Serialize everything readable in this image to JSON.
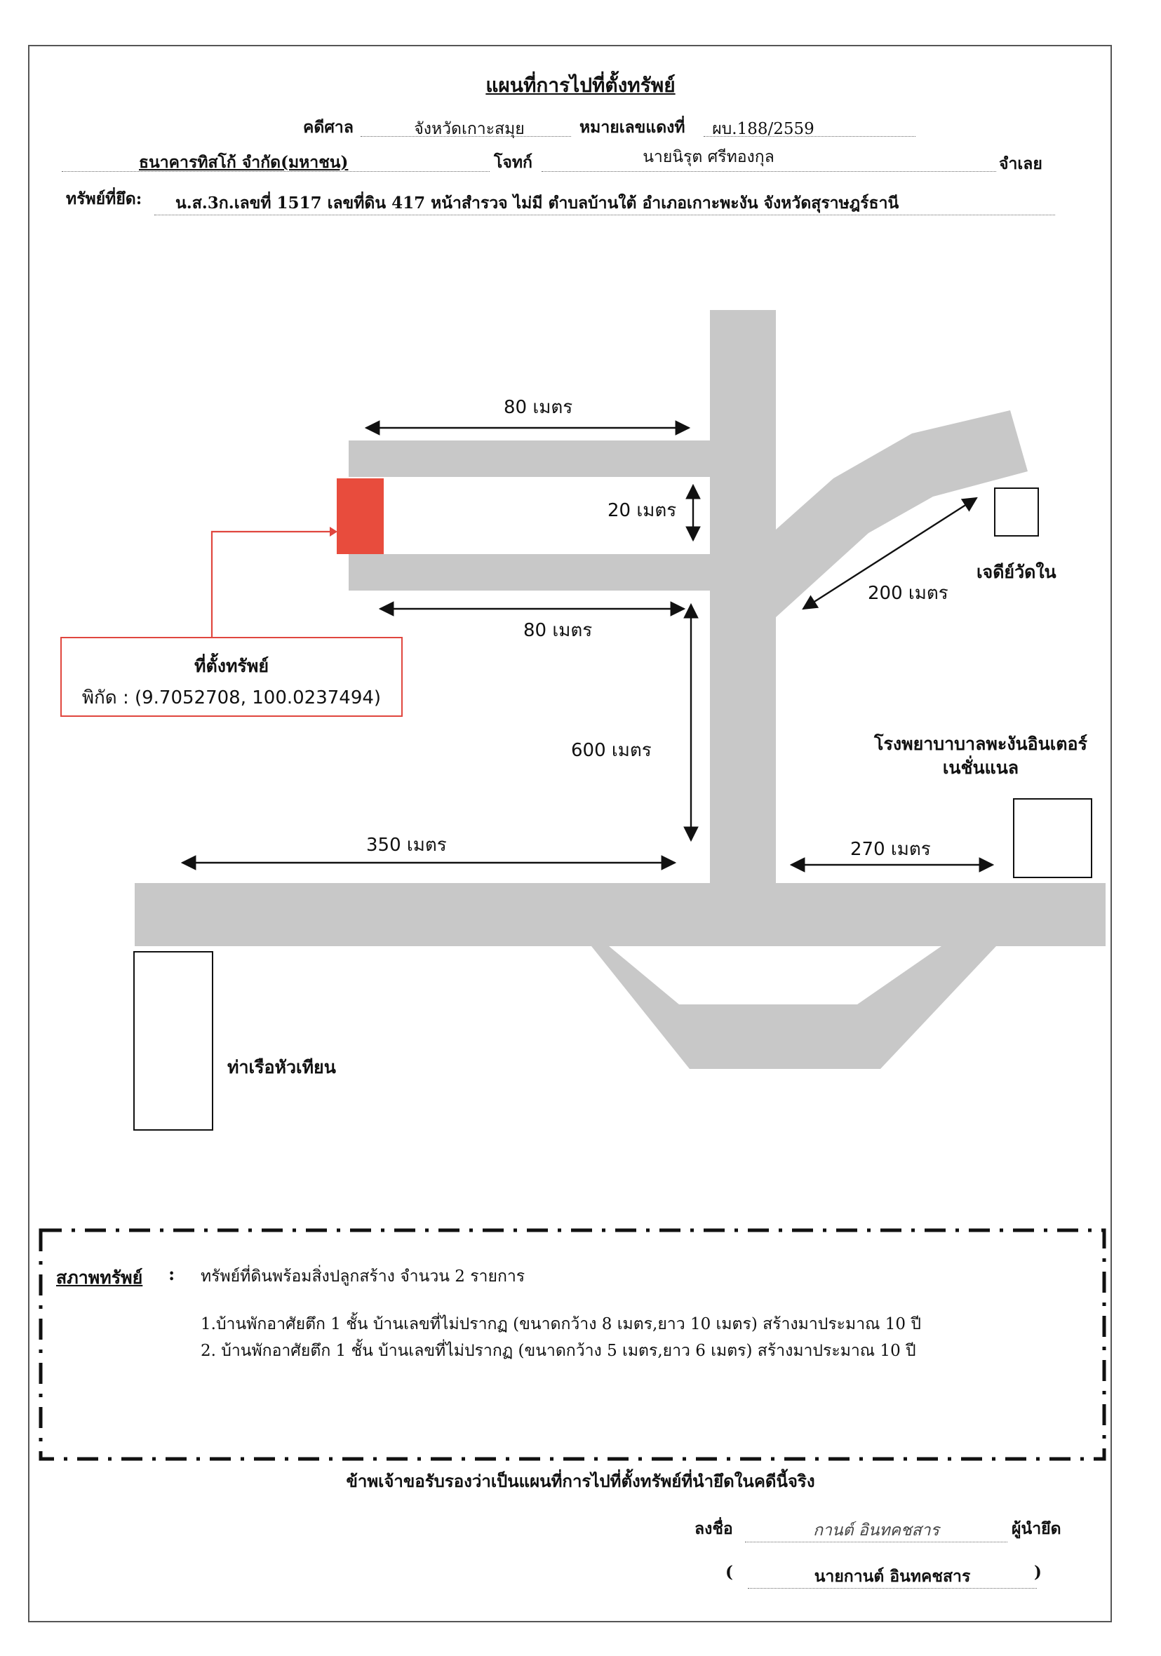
{
  "header": {
    "title": "แผนที่การไปที่ตั้งทรัพย์",
    "case_label": "คดีศาล",
    "court": "จังหวัดเกาะสมุย",
    "red_no_label": "หมายเลขแดงที่",
    "red_no": "ผบ.188/2559",
    "plaintiff": "ธนาคารทิสโก้ จำกัด(มหาชน)",
    "plaintiff_label": "โจทก์",
    "defendant": "นายนิรุต ศรีทองกุล",
    "defendant_label": "จำเลย",
    "seized_label": "ทรัพย์ที่ยึด:",
    "seized": "น.ส.3ก.เลขที่ 1517 เลขที่ดิน 417 หน้าสำรวจ ไม่มี ตำบลบ้านใต้  อำเภอเกาะพะงัน จังหวัดสุราษฎร์ธานี"
  },
  "map": {
    "distances": {
      "top_road": "80 เมตร",
      "road_gap": "20 เมตร",
      "lower_road": "80 เมตร",
      "diagonal": "200 เมตร",
      "vertical": "600 เมตร",
      "left_main": "350 เมตร",
      "right_main": "270 เมตร"
    },
    "places": {
      "temple": "เจดีย์วัดใน",
      "hospital_line1": "โรงพยาบาบาลพะงันอินเตอร์",
      "hospital_line2": "เนชั่นแนล",
      "pier": "ท่าเรือหัวเทียน"
    },
    "marker": {
      "title": "ที่ตั้งทรัพย์",
      "coords": "พิกัด : (9.7052708, 100.0237494)"
    },
    "colors": {
      "road": "#c8c8c8",
      "property": "#e84c3d",
      "marker_border": "#e0463e"
    }
  },
  "condition": {
    "label": "สภาพทรัพย์",
    "colon": ":",
    "summary": "ทรัพย์ที่ดินพร้อมสิ่งปลูกสร้าง จำนวน 2 รายการ",
    "items": [
      "1.บ้านพักอาศัยตึก 1 ชั้น บ้านเลขที่ไม่ปรากฏ (ขนาดกว้าง 8 เมตร,ยาว 10 เมตร) สร้างมาประมาณ 10 ปี",
      "2. บ้านพักอาศัยตึก 1 ชั้น บ้านเลขที่ไม่ปรากฏ (ขนาดกว้าง 5 เมตร,ยาว 6 เมตร) สร้างมาประมาณ 10 ปี"
    ]
  },
  "footer": {
    "certify": "ข้าพเจ้าขอรับรองว่าเป็นแผนที่การไปที่ตั้งทรัพย์ที่นำยึดในคดีนี้จริง",
    "sign_label": "ลงชื่อ",
    "signature": "กานต์ อินทคชสาร",
    "role": "ผู้นำยึด",
    "open_paren": "(",
    "name": "นายกานต์ อินทคชสาร",
    "close_paren": ")"
  }
}
